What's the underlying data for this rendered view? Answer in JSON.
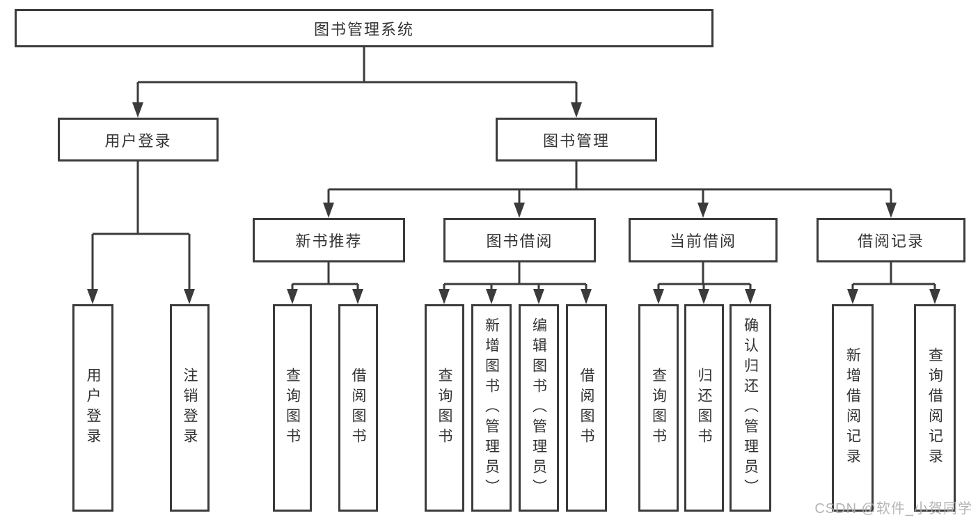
{
  "diagram": {
    "root": {
      "label": "图书管理系统"
    },
    "branches": [
      {
        "label": "用户登录",
        "children": [
          {
            "label": "用户登录"
          },
          {
            "label": "注销登录"
          }
        ]
      },
      {
        "label": "图书管理",
        "children": [
          {
            "label": "新书推荐",
            "children": [
              {
                "label": "查询图书"
              },
              {
                "label": "借阅图书"
              }
            ]
          },
          {
            "label": "图书借阅",
            "children": [
              {
                "label": "查询图书"
              },
              {
                "label": "新增图书（管理员）"
              },
              {
                "label": "编辑图书（管理员）"
              },
              {
                "label": "借阅图书"
              }
            ]
          },
          {
            "label": "当前借阅",
            "children": [
              {
                "label": "查询图书"
              },
              {
                "label": "归还图书"
              },
              {
                "label": "确认归还（管理员）"
              }
            ]
          },
          {
            "label": "借阅记录",
            "children": [
              {
                "label": "新增借阅记录"
              },
              {
                "label": "查询借阅记录"
              }
            ]
          }
        ]
      }
    ]
  },
  "watermark": {
    "text": "CSDN @软件_小贺同学"
  },
  "colors": {
    "line": "#3b3b3b",
    "text": "#333333",
    "box_fill": "#ffffff",
    "watermark": "#acacac",
    "background": "#ffffff"
  }
}
